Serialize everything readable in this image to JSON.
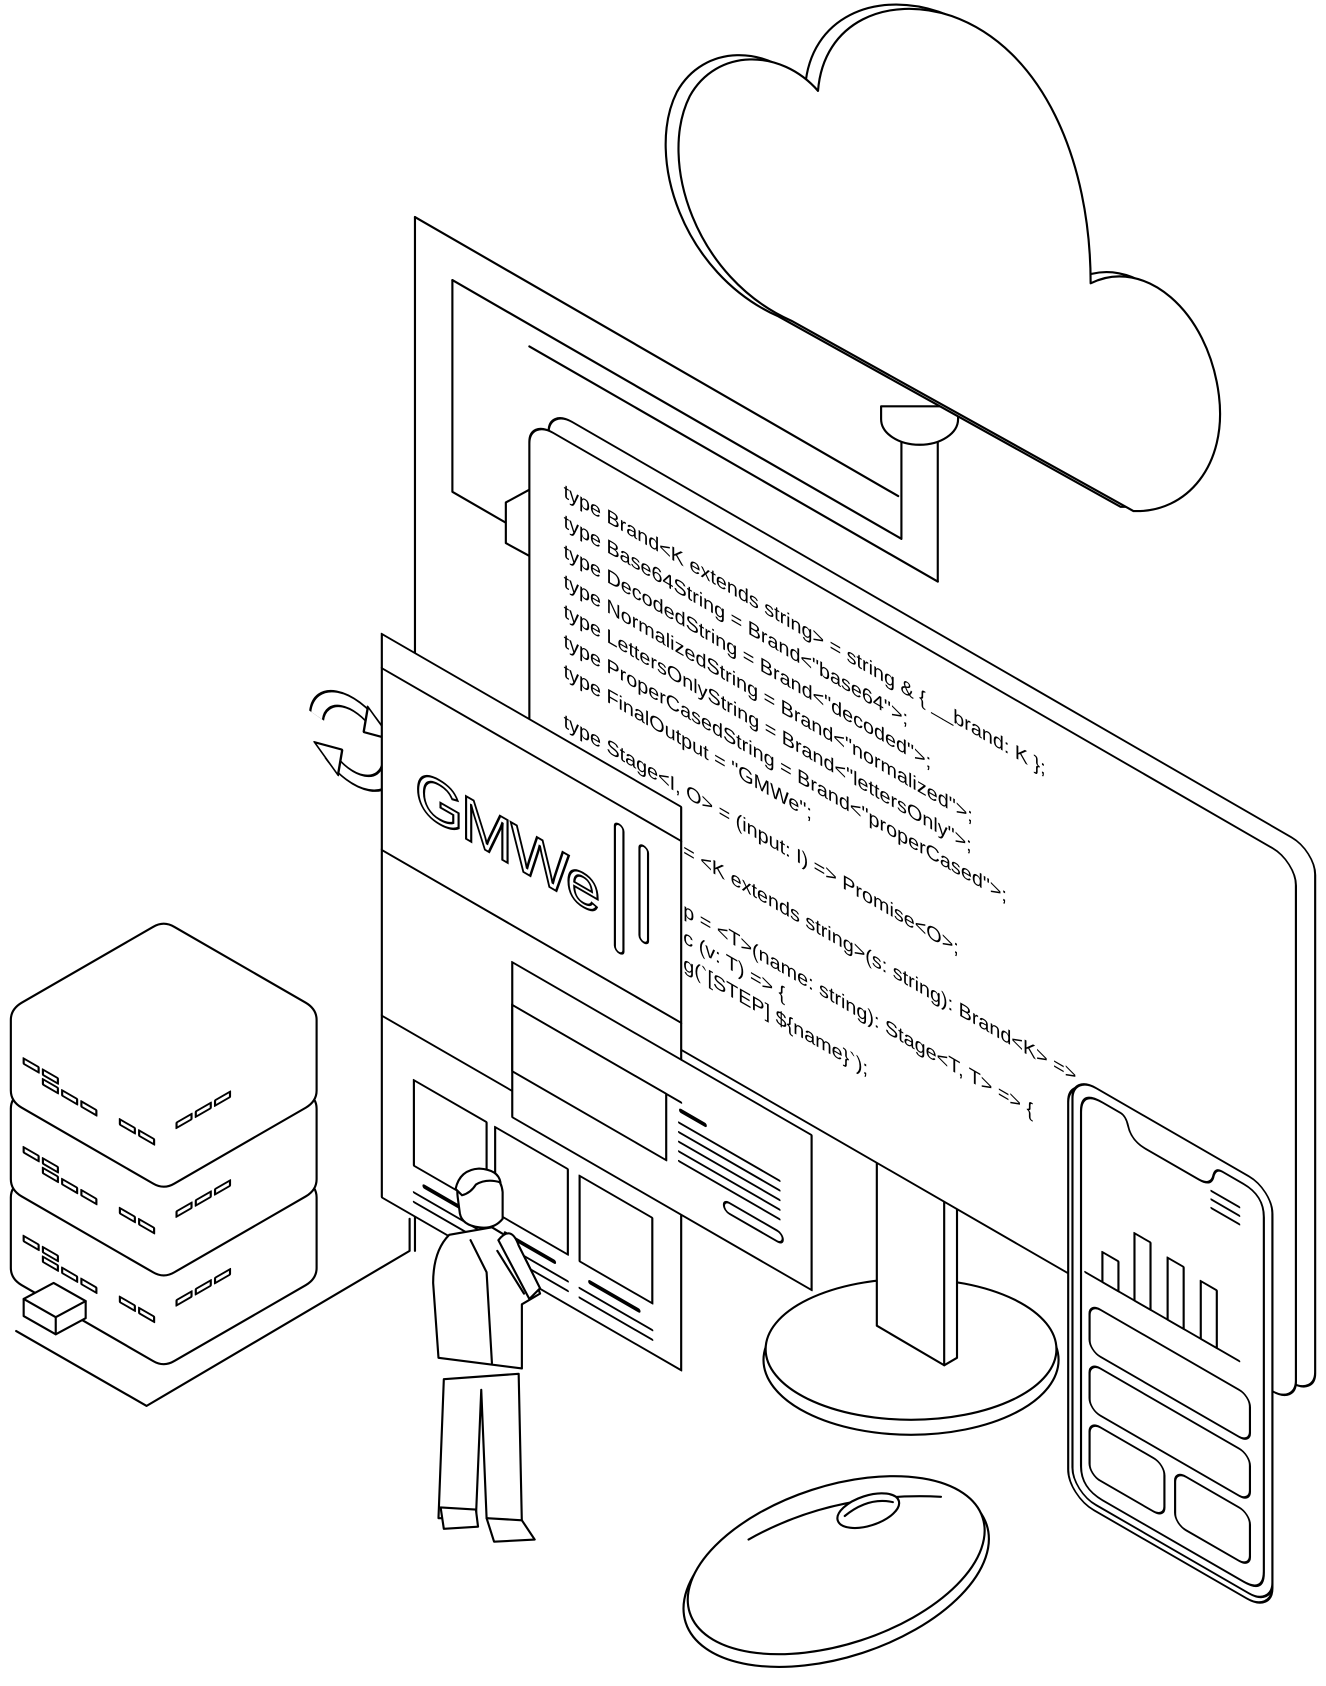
{
  "illustration": {
    "stroke_color": "#000000",
    "background_color": "#ffffff",
    "logo_text": "GMWe",
    "code_lines": [
      "type Brand<K extends string> = string & { __brand: K };",
      "type Base64String = Brand<\"base64\">;",
      "type DecodedString = Brand<\"decoded\">;",
      "type NormalizedString = Brand<\"normalized\">;",
      "type LettersOnlyString = Brand<\"lettersOnly\">;",
      "type ProperCasedString = Brand<\"properCased\">;",
      "type FinalOutput = \"GMWe\";",
      "type Stage<I, O> = (input: I) => Promise<O>;"
    ],
    "code_partial_lines": [
      "= <K extends string>(s: string): Brand<K> =>",
      "p = <T>(name: string): Stage<T, T> => {",
      "c (v: T) => {",
      "g(`[STEP] ${name}`);"
    ],
    "icons": [
      "cloud-icon",
      "refresh-icon",
      "server-stack-icon",
      "monitor-icon",
      "smartphone-icon",
      "mouse-icon",
      "bar-chart-icon",
      "hamburger-menu-icon",
      "person-figure"
    ]
  }
}
